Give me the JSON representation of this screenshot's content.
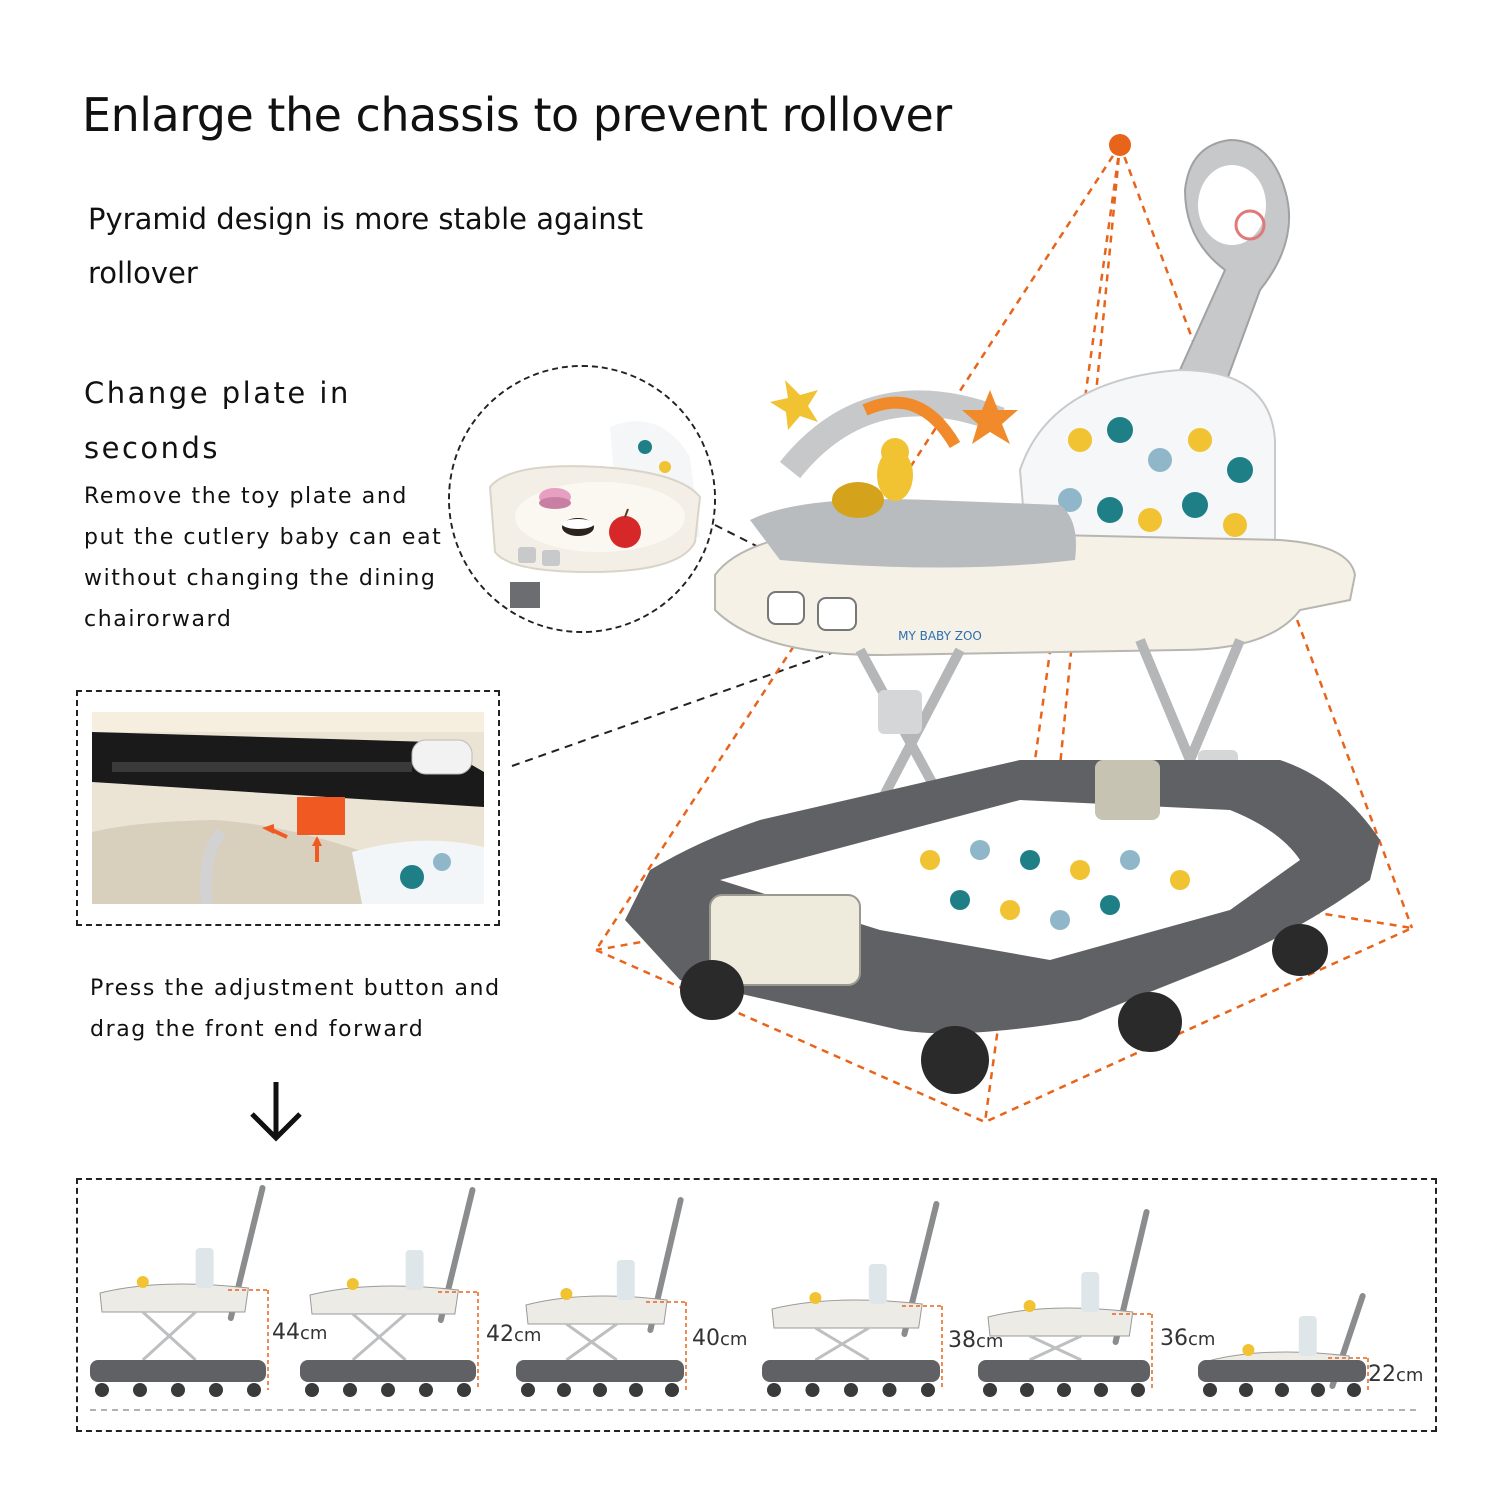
{
  "title": "Enlarge the chassis to prevent rollover",
  "subtitle": "Pyramid design is more stable against rollover",
  "plate": {
    "title": "Change plate in seconds",
    "description": "Remove the toy plate and put the cutlery baby can eat without changing the dining chairorward"
  },
  "adjust": {
    "description": "Press the adjustment button and drag the front end forward"
  },
  "product": {
    "brand_sticker": "MY BABY ZOO"
  },
  "heights": [
    {
      "value": "44",
      "unit": "cm"
    },
    {
      "value": "42",
      "unit": "cm"
    },
    {
      "value": "40",
      "unit": "cm"
    },
    {
      "value": "38",
      "unit": "cm"
    },
    {
      "value": "36",
      "unit": "cm"
    },
    {
      "value": "22",
      "unit": "cm"
    }
  ],
  "colors": {
    "accent_orange": "#e8641a",
    "frame_gray": "#6b6d70",
    "light_gray": "#c9cbcd",
    "teal": "#1f7f86",
    "yellow": "#f1c232"
  }
}
